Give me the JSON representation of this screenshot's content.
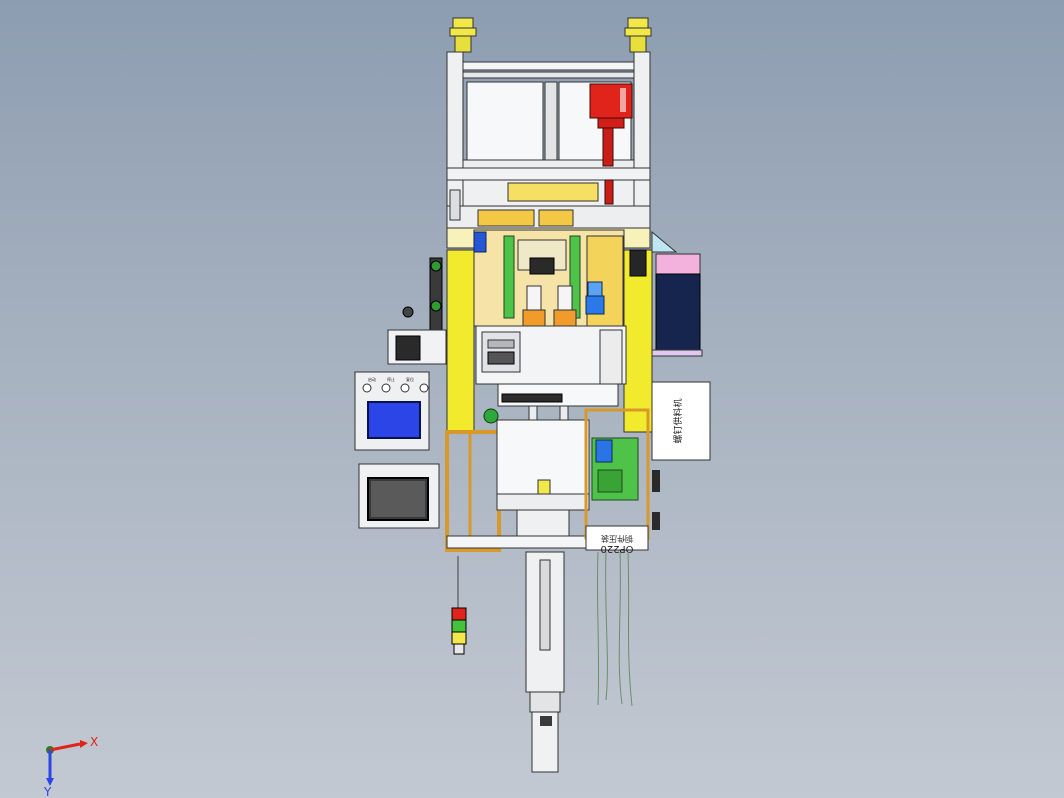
{
  "labels": {
    "station_id": "OP220",
    "station_name": "铜件压装",
    "side_placard": "螺钉供料机",
    "hmi_button_1": "启动",
    "hmi_button_2": "停止",
    "hmi_button_3": "复位",
    "triad_x": "X",
    "triad_y": "Y"
  },
  "colors": {
    "frame_yellow": "#f2ea2c",
    "gold_panel": "#f4d35a",
    "green_panel": "#4fc24a",
    "cyan_cylinder": "#1aa7e6",
    "red_motor": "#e0241c",
    "navy_box": "#15254d",
    "pink_lid": "#f3b2de"
  }
}
